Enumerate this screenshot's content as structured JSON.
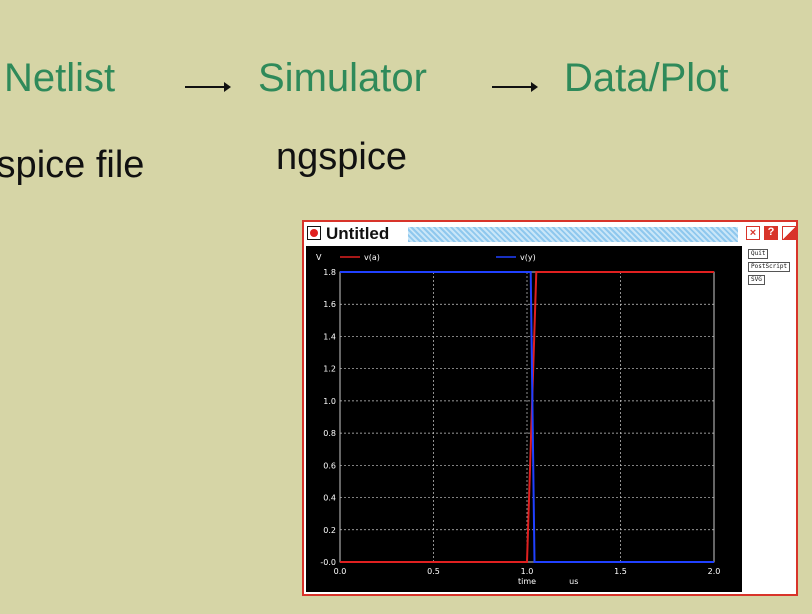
{
  "flow": {
    "steps": [
      "Netlist",
      "Simulator",
      "Data/Plot"
    ],
    "file_type": ".spice file",
    "simulator_name": "ngspice"
  },
  "window": {
    "title": "Untitled",
    "side_buttons": [
      "Quit",
      "PostScript",
      "SVG"
    ],
    "buttons": {
      "close": "×",
      "help": "?",
      "resize": ""
    }
  },
  "chart_data": {
    "type": "line",
    "ylabel": "V",
    "xlabel": "time",
    "xunit": "us",
    "xlim": [
      0.0,
      2.0
    ],
    "ylim": [
      0.0,
      1.8
    ],
    "xticks": [
      0.0,
      0.5,
      1.0,
      1.5,
      2.0
    ],
    "xtick_labels": [
      "0.0",
      "0.5",
      "1.0",
      "1.5",
      "2.0"
    ],
    "yticks": [
      0.0,
      0.2,
      0.4,
      0.6,
      0.8,
      1.0,
      1.2,
      1.4,
      1.6,
      1.8
    ],
    "ytick_labels": [
      "-0.0",
      "0.2",
      "0.4",
      "0.6",
      "0.8",
      "1.0",
      "1.2",
      "1.4",
      "1.6",
      "1.8"
    ],
    "grid": true,
    "series": [
      {
        "name": "v(a)",
        "color": "#e02020",
        "x": [
          0.0,
          1.0,
          1.05,
          2.0
        ],
        "y": [
          0.0,
          0.0,
          1.8,
          1.8
        ]
      },
      {
        "name": "v(y)",
        "color": "#2040ff",
        "x": [
          0.0,
          1.02,
          1.04,
          2.0
        ],
        "y": [
          1.8,
          1.8,
          0.0,
          0.0
        ]
      }
    ]
  }
}
